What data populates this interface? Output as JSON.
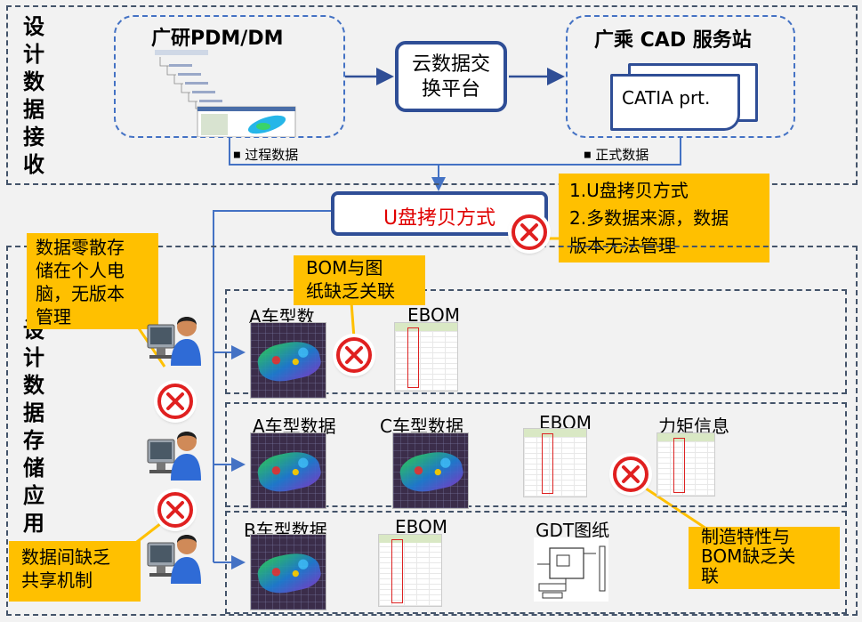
{
  "sections": {
    "receive_label": "设\n计\n数\n据\n接\n收",
    "storage_label": "设\n计\n数\n据\n存\n储\n应\n用"
  },
  "top": {
    "pdm_title": "广研PDM/DM",
    "cloud_platform": "云数据交\n换平台",
    "cad_title": "广乘 CAD 服务站",
    "catia_file": "CATIA prt.",
    "process_data": "过程数据",
    "formal_data": "正式数据"
  },
  "usb": {
    "label": "U盘拷贝方式"
  },
  "callouts": {
    "usb_problems": "1.U盘拷贝方式\n2.多数据来源，数据\n版本无法管理",
    "scattered": "数据零散存\n储在个人电\n脑，无版本\n管理",
    "bom_drawing": "BOM与图\n纸缺乏关联",
    "no_sharing": "数据间缺乏\n共享机制",
    "mfg_bom": "制造特性与\nBOM缺乏关\n联"
  },
  "rows": [
    {
      "items": [
        "A车型数",
        "EBOM"
      ]
    },
    {
      "items": [
        "A车型数据",
        "C车型数据",
        "EBOM",
        "力矩信息"
      ]
    },
    {
      "items": [
        "B车型数据",
        "EBOM",
        "GDT图纸"
      ]
    }
  ],
  "colors": {
    "accent_blue": "#2f4e96",
    "dash_blue": "#4472c4",
    "callout": "#ffc000",
    "error_red": "#e02020",
    "usb_text": "#e00000"
  },
  "icons": [
    "server-screenshot-icon",
    "document-stack-icon",
    "error-x-icon",
    "user-computer-icon",
    "cad-thumbnail-icon",
    "table-thumbnail-icon",
    "drawing-thumbnail-icon"
  ]
}
